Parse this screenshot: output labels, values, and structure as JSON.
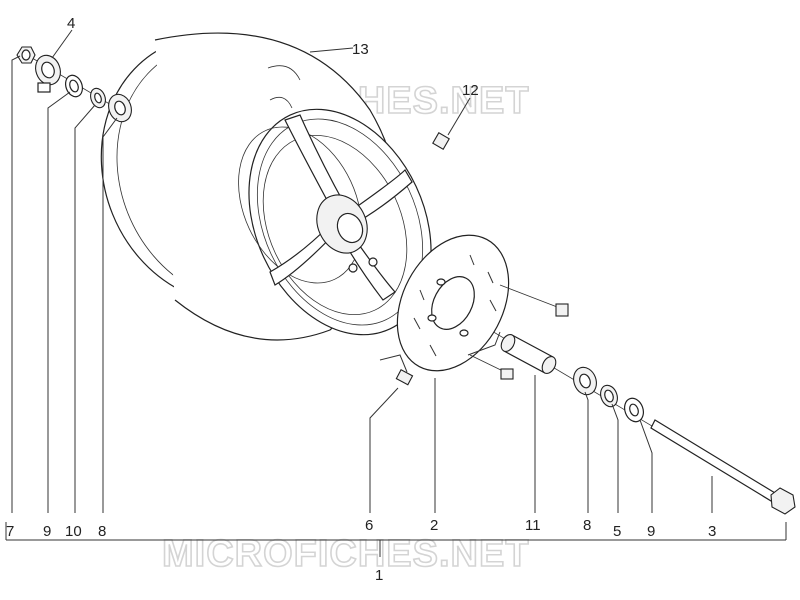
{
  "watermark": "MICROFICHES.NET",
  "callouts": {
    "c1": "1",
    "c2": "2",
    "c3": "3",
    "c4": "4",
    "c5": "5",
    "c6": "6",
    "c7": "7",
    "c8a": "8",
    "c8b": "8",
    "c9a": "9",
    "c9b": "9",
    "c10": "10",
    "c11": "11",
    "c12": "12",
    "c13": "13"
  }
}
